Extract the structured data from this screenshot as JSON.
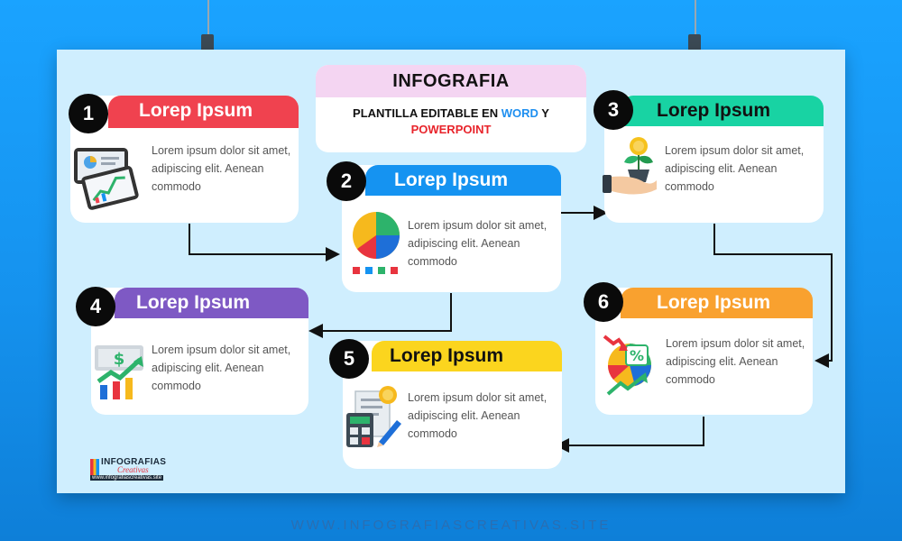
{
  "header": {
    "title": "INFOGRAFIA",
    "subtitle_part1": "PLANTILLA EDITABLE EN ",
    "subtitle_word": "WORD",
    "subtitle_part2": " Y",
    "subtitle_powerpoint": "POWERPOINT",
    "colors": {
      "title_bg": "#f4d5f2",
      "word": "#1e8ff0",
      "powerpoint": "#e8242b"
    }
  },
  "steps": [
    {
      "number": "1",
      "title": "Lorep Ipsum",
      "text": "Lorem ipsum dolor sit amet, adipiscing elit. Aenean commodo",
      "color": "#f0424f",
      "icon": "tablet-chart-icon"
    },
    {
      "number": "2",
      "title": "Lorep Ipsum",
      "text": "Lorem ipsum dolor sit amet, adipiscing elit. Aenean commodo",
      "color": "#1593f1",
      "icon": "pie-chart-icon"
    },
    {
      "number": "3",
      "title": "Lorep Ipsum",
      "text": "Lorem ipsum dolor sit amet, adipiscing elit. Aenean commodo",
      "color": "#18d3a3",
      "icon": "hand-plant-coin-icon"
    },
    {
      "number": "4",
      "title": "Lorep Ipsum",
      "text": "Lorem ipsum dolor sit amet, adipiscing elit. Aenean commodo",
      "color": "#7e59c4",
      "icon": "money-growth-chart-icon"
    },
    {
      "number": "5",
      "title": "Lorep Ipsum",
      "text": "Lorem ipsum dolor sit amet, adipiscing elit. Aenean commodo",
      "color": "#fbd51e",
      "icon": "calculator-document-icon"
    },
    {
      "number": "6",
      "title": "Lorep Ipsum",
      "text": "Lorem ipsum dolor sit amet, adipiscing elit. Aenean commodo",
      "color": "#f9a12f",
      "icon": "percent-pie-arrows-icon"
    }
  ],
  "logo": {
    "name": "INFOGRAFIAS",
    "tagline": "Creativas",
    "url": "www.infografiascreativas.site"
  },
  "footer": {
    "text": "WWW.INFOGRAFIASCREATIVAS.SITE"
  }
}
